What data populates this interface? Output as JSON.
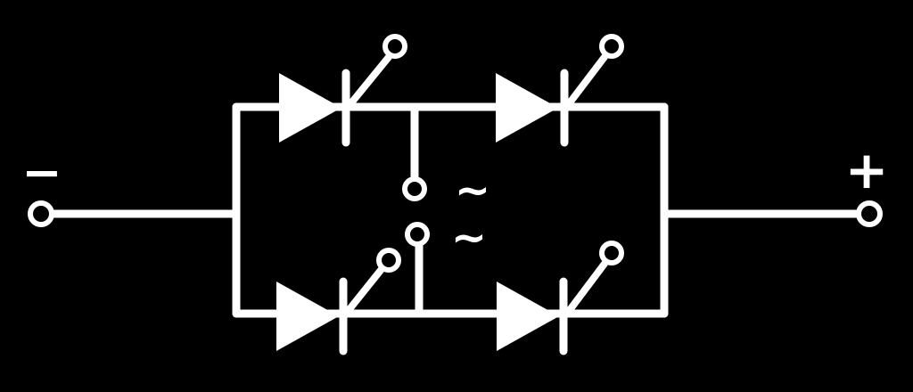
{
  "diagram": {
    "colors": {
      "background": "#000000",
      "ink": "#ffffff"
    },
    "terminals": {
      "negative": {
        "symbol": "−"
      },
      "positive": {
        "symbol": "+"
      },
      "ac_upper": {
        "symbol": "~"
      },
      "ac_lower": {
        "symbol": "~"
      }
    },
    "components": [
      {
        "name": "thyristor-top-left",
        "icon": "thyristor-icon"
      },
      {
        "name": "thyristor-top-right",
        "icon": "thyristor-icon"
      },
      {
        "name": "thyristor-bottom-left",
        "icon": "thyristor-icon"
      },
      {
        "name": "thyristor-bottom-right",
        "icon": "thyristor-icon"
      }
    ]
  }
}
